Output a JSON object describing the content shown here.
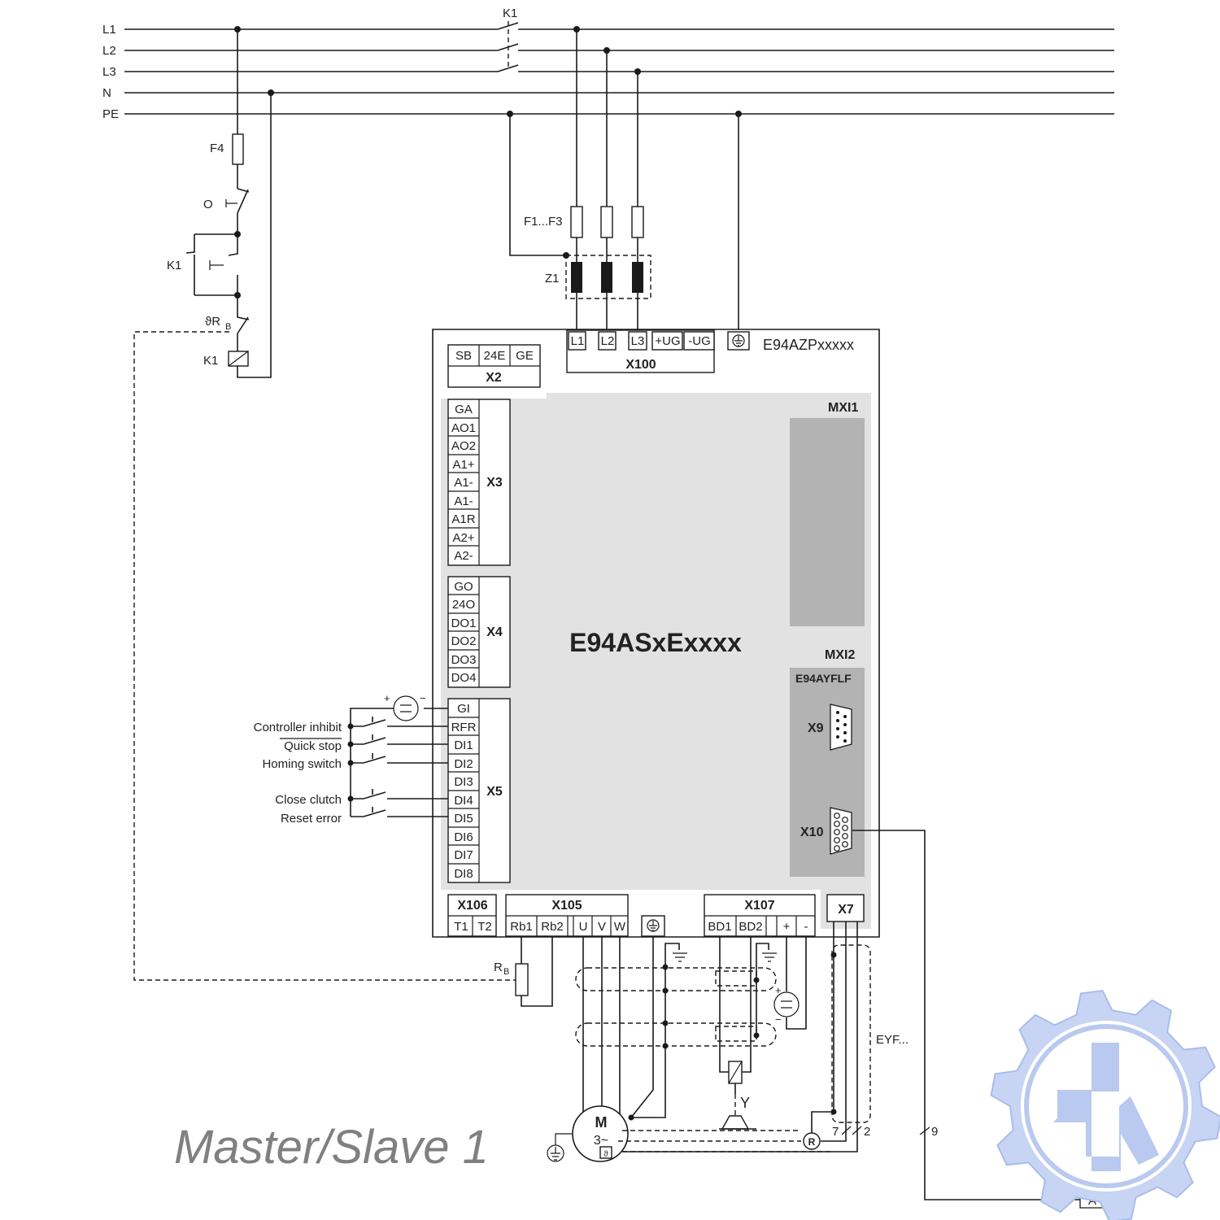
{
  "supply": {
    "lines": [
      "L1",
      "L2",
      "L3",
      "N",
      "PE"
    ]
  },
  "components": {
    "main_contactor": "K1",
    "fuse_control": "F4",
    "off_button": "O",
    "on_button_contact": "K1",
    "thermal_contact": "ϑR",
    "thermal_sub": "B",
    "contactor_coil": "K1",
    "fuses_power": "F1...F3",
    "mains_filter": "Z1",
    "brake_resistor": "R",
    "brake_resistor_sub": "B",
    "motor_label": "M",
    "motor_phases": "3~",
    "motor_thermal": "ϑ",
    "brake": "Y",
    "resolver": "R",
    "cable_label": "EYF...",
    "cable_wires_7": "7",
    "cable_wires_2": "2",
    "cable_wires_9": "9",
    "output_label": "A"
  },
  "power_unit": {
    "model": "E94AZPxxxxx",
    "x100": {
      "title": "X100",
      "terminals": [
        "L1",
        "L2",
        "L3",
        "+UG",
        "-UG"
      ]
    }
  },
  "axis_unit": {
    "model": "E94ASxExxxx",
    "x2": {
      "title": "X2",
      "terminals": [
        "SB",
        "24E",
        "GE"
      ]
    },
    "x3": {
      "title": "X3",
      "terminals": [
        "GA",
        "AO1",
        "AO2",
        "A1+",
        "A1-",
        "A1-",
        "A1R",
        "A2+",
        "A2-"
      ]
    },
    "x4": {
      "title": "X4",
      "terminals": [
        "GO",
        "24O",
        "DO1",
        "DO2",
        "DO3",
        "DO4"
      ]
    },
    "x5": {
      "title": "X5",
      "terminals": [
        "GI",
        "RFR",
        "DI1",
        "DI2",
        "DI3",
        "DI4",
        "DI5",
        "DI6",
        "DI7",
        "DI8"
      ]
    },
    "x106": {
      "title": "X106",
      "terminals": [
        "T1",
        "T2"
      ]
    },
    "x105": {
      "title": "X105",
      "terminals": [
        "Rb1",
        "Rb2",
        "U",
        "V",
        "W"
      ]
    },
    "x107": {
      "title": "X107",
      "terminals": [
        "BD1",
        "BD2",
        "+",
        "-"
      ]
    },
    "x7": {
      "title": "X7"
    },
    "mxi1": {
      "title": "MXI1"
    },
    "mxi2": {
      "title": "MXI2",
      "module": "E94AYFLF",
      "x9": "X9",
      "x10": "X10"
    }
  },
  "inputs": [
    "Controller inhibit",
    "Quick stop",
    "Homing switch",
    "Close clutch",
    "Reset error"
  ],
  "caption": "Master/Slave 1",
  "colors": {
    "housing_fill": "#e2e2e2",
    "module_fill": "#b3b3b3",
    "watermark": "#b9c9ef",
    "caption": "#808080"
  }
}
